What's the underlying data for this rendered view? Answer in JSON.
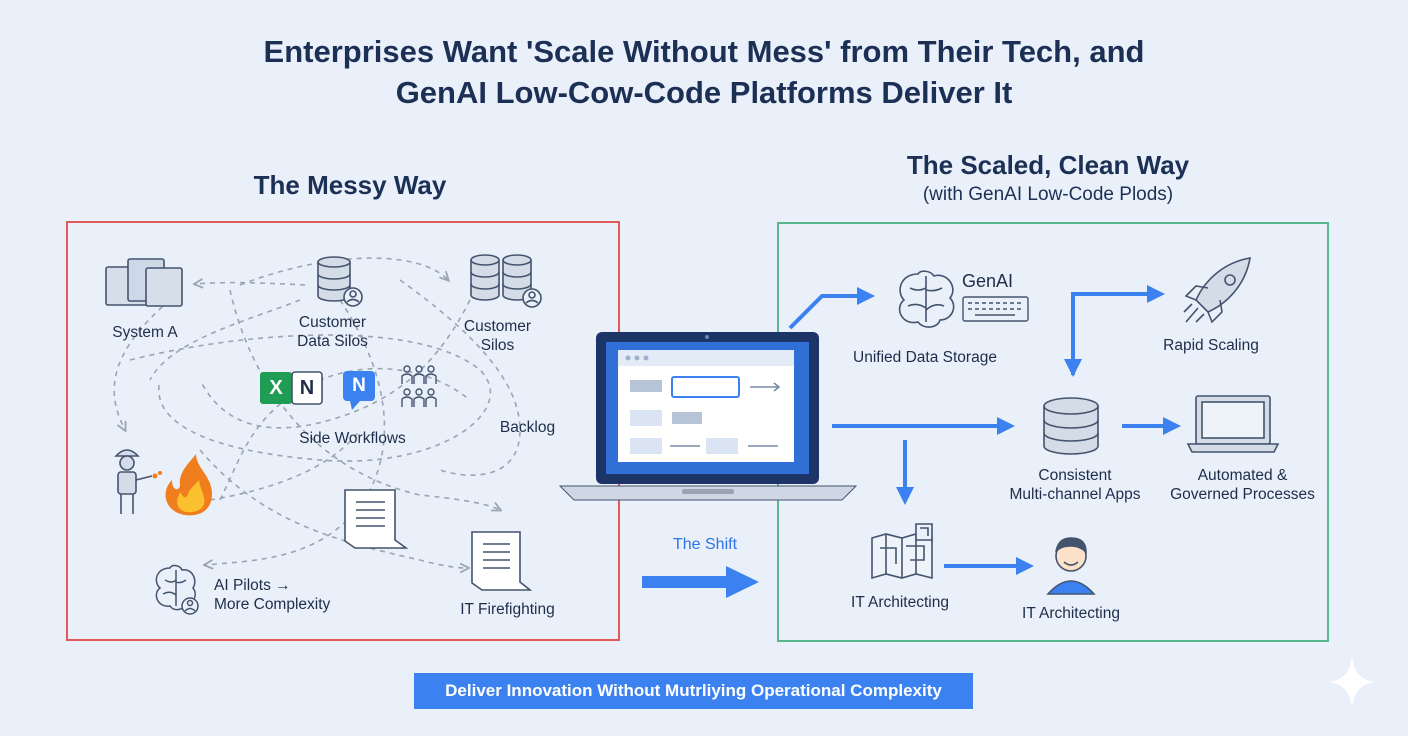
{
  "title": {
    "line1": "Enterprises Want 'Scale Without Mess' from Their Tech, and",
    "line2": "GenAI Low-Cow-Code Platforms Deliver It"
  },
  "messy": {
    "heading": "The Messy Way",
    "labels": {
      "system_a": "System A",
      "customer_data_silos": [
        "Customer",
        "Data Silos"
      ],
      "customer_silos": [
        "Customer",
        "Silos"
      ],
      "side_workflows": "Side Workflows",
      "backlog": "Backlog",
      "ai_pilots": [
        "AI Pilots →",
        "More Complexity"
      ],
      "it_firefighting": "IT Firefighting"
    },
    "app_tiles": [
      "X",
      "N",
      "N"
    ]
  },
  "clean": {
    "heading": "The Scaled, Clean Way",
    "subheading": "(with GenAI Low-Code Plods)",
    "labels": {
      "genai": "GenAI",
      "unified_data_storage": "Unified Data Storage",
      "rapid_scaling": "Rapid Scaling",
      "consistent_apps": [
        "Consistent",
        "Multi-channel Apps"
      ],
      "automated_processes": [
        "Automated &",
        "Governed Processes"
      ],
      "it_architecting_1": "IT Architecting",
      "it_architecting_2": "IT Architecting"
    }
  },
  "shift": {
    "label": "The Shift"
  },
  "banner": {
    "text": "Deliver Innovation Without Mutrliying Operational Complexity"
  },
  "colors": {
    "messy_border": "#e15a5a",
    "clean_border": "#58b98a",
    "accent_blue": "#3b82f0",
    "excel_green": "#1f9d55",
    "fire_orange": "#f07d1e"
  }
}
